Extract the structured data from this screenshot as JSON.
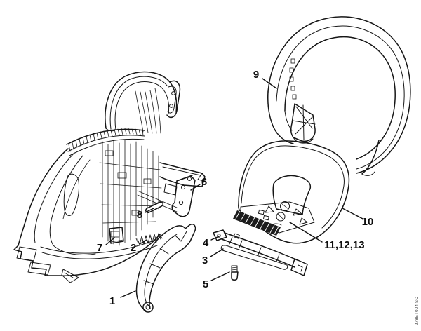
{
  "canvas": {
    "background": "#ffffff",
    "ink": "#161616"
  },
  "callouts": {
    "c1": "1",
    "c2": "2",
    "c3": "3",
    "c4": "4",
    "c5": "5",
    "c6": "6",
    "c7": "7",
    "c8": "8",
    "c9": "9",
    "c10": "10",
    "c11": "11,12,13"
  },
  "margin_code": "278ET004 SC"
}
